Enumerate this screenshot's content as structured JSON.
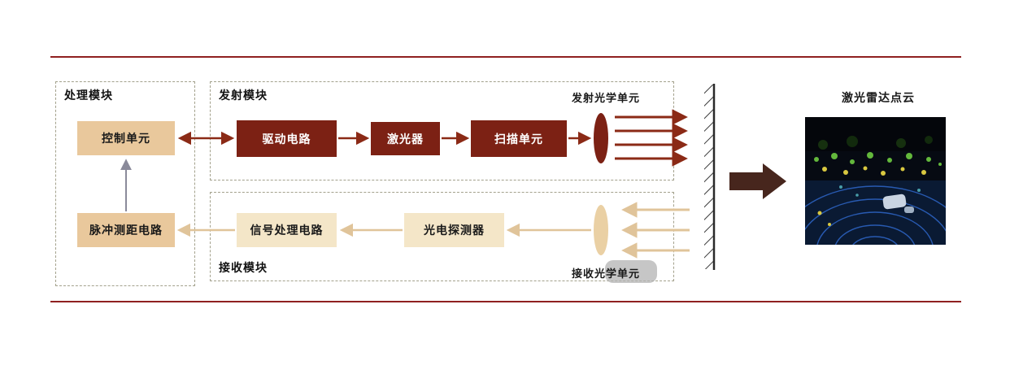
{
  "diagram": {
    "processing": {
      "label": "处理模块",
      "control_unit": "控制单元",
      "pulse_ranging": "脉冲测距电路"
    },
    "transmit": {
      "label": "发射模块",
      "drive_circuit": "驱动电路",
      "laser": "激光器",
      "scan_unit": "扫描单元",
      "optics_label": "发射光学单元"
    },
    "receive": {
      "label": "接收模块",
      "signal_processing": "信号处理电路",
      "photodetector": "光电探测器",
      "optics_label": "接收光学单元"
    },
    "output": {
      "label": "激光雷达点云"
    }
  },
  "colors": {
    "divider_red": "#8f2020",
    "dark_red_box": "#7c2114",
    "red_arrow": "#8b2a16",
    "tan_box": "#e9c89c",
    "light_tan_box": "#f4e6c8",
    "tan_arrow": "#e0c49a",
    "gray_arrow": "#8a8a9a",
    "big_arrow_brown": "#47261d",
    "dash_border": "#a3a18c"
  }
}
